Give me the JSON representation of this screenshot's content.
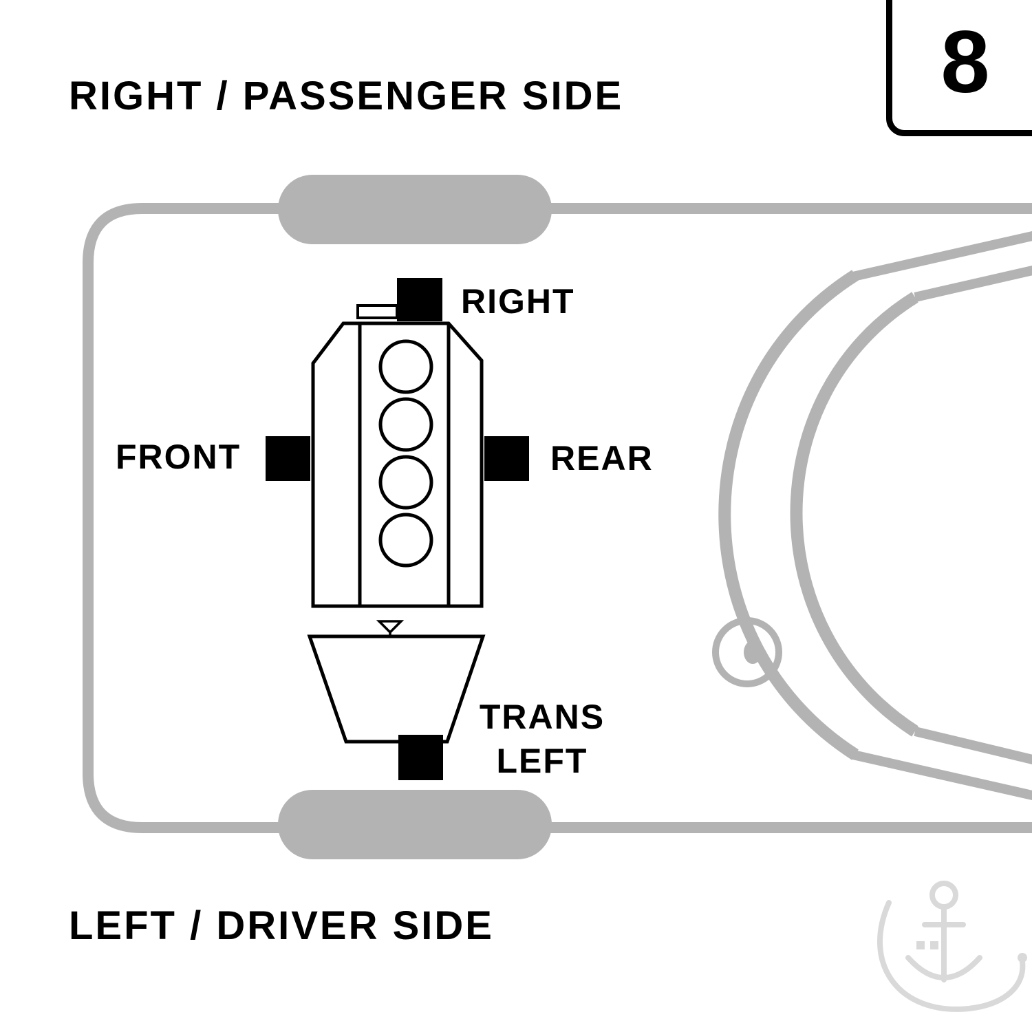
{
  "header": {
    "top_side_label": "RIGHT / PASSENGER SIDE",
    "page_number": "8"
  },
  "footer": {
    "bottom_side_label": "LEFT / DRIVER SIDE"
  },
  "mount_labels": {
    "right": "RIGHT",
    "front": "FRONT",
    "rear": "REAR",
    "trans_line1": "TRANS",
    "trans_line2": "LEFT"
  },
  "icons": {
    "watermark": "anchor-logo-watermark"
  },
  "colors": {
    "car_outline_gray": "#b3b3b3",
    "mount_black": "#000000",
    "engine_outline_black": "#000000",
    "watermark_gray": "#d9d9d9",
    "background": "#ffffff"
  }
}
